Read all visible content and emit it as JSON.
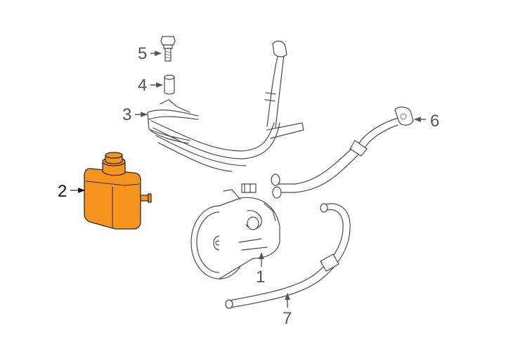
{
  "callouts": [
    {
      "id": "1",
      "label": "1"
    },
    {
      "id": "2",
      "label": "2"
    },
    {
      "id": "3",
      "label": "3"
    },
    {
      "id": "4",
      "label": "4"
    },
    {
      "id": "5",
      "label": "5"
    },
    {
      "id": "6",
      "label": "6"
    },
    {
      "id": "7",
      "label": "7"
    }
  ],
  "colors": {
    "highlight": "#f7941d",
    "outline": "#4a4a4a",
    "background": "#ffffff"
  }
}
